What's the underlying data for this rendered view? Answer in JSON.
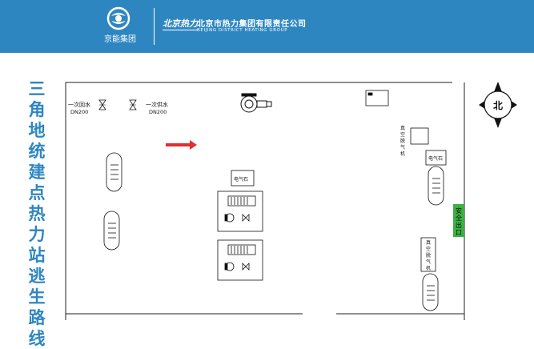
{
  "header": {
    "logo_name": "京能集团",
    "brand_script": "北京热力",
    "company_cn": "北京市热力集团有限责任公司",
    "company_en": "BEIJING DISTRICT HEATING GROUP",
    "color": "#2e86c1"
  },
  "title": "三角地统建点热力站逃生路线",
  "plan": {
    "return_valve": {
      "name": "一次回水",
      "size": "DN200"
    },
    "supply_valve": {
      "name": "一次供水",
      "size": "DN200"
    },
    "electric_stone_1": "电气石",
    "electric_stone_2": "电气石",
    "degasser_1": "真空脱气机",
    "degasser_2": "真空脱气机",
    "safety_exit": "安全出口",
    "compass_label": "北",
    "arrow_color": "#e03030",
    "exit_color": "#3cb043"
  }
}
